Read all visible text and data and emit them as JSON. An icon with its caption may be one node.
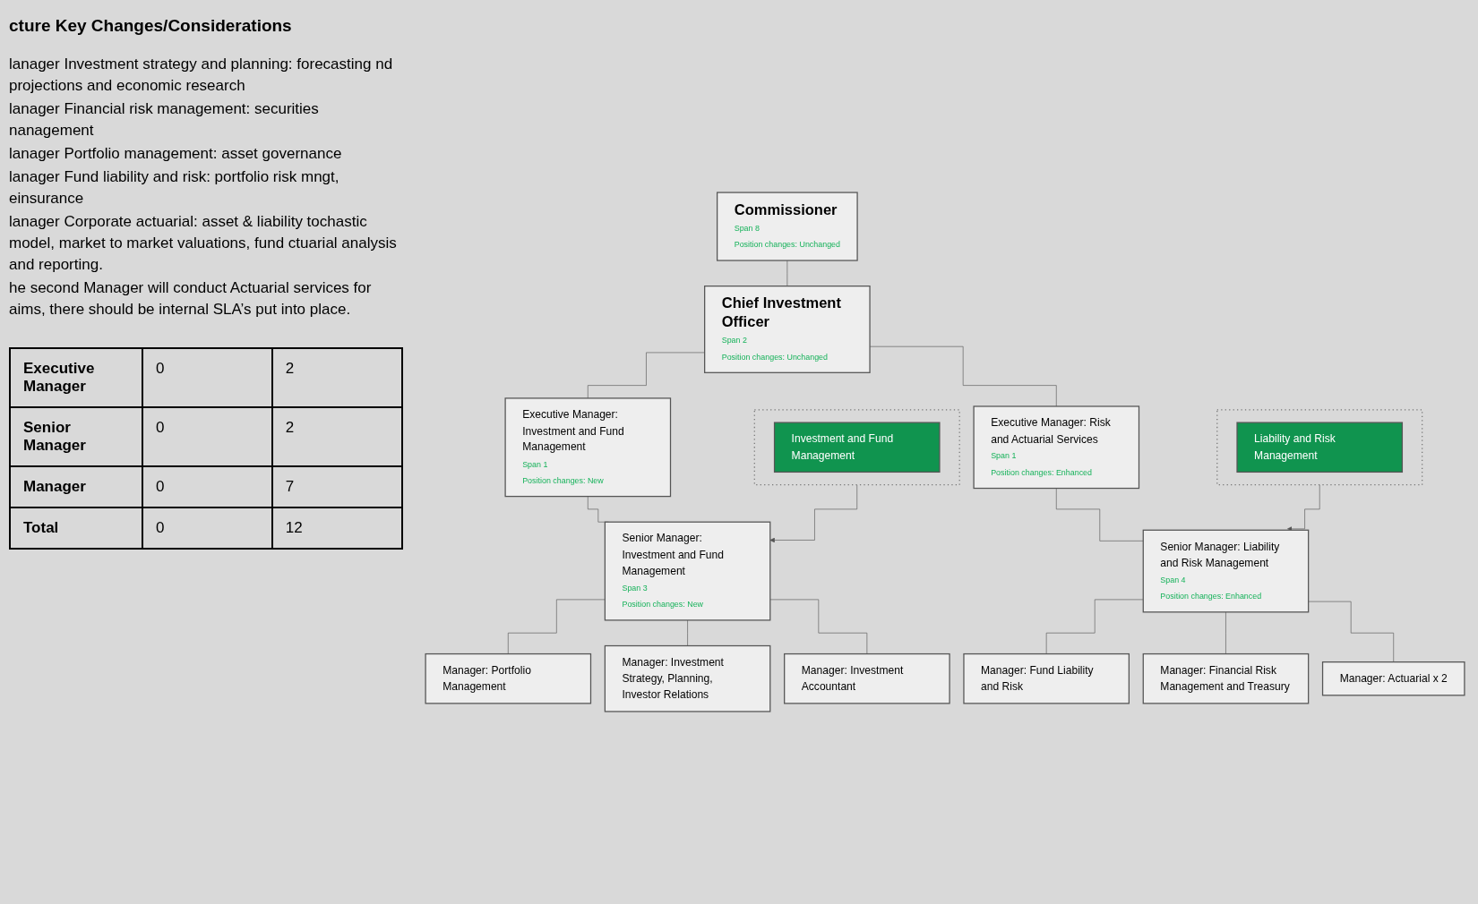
{
  "diagram": {
    "title": "cture Key Changes/Considerations",
    "nodes": [
      {
        "text": [
          "Commissioner",
          "Span 8",
          "Position changes: Unchanged"
        ]
      },
      {
        "text": [
          "Chief Investment Officer",
          "Span 2",
          "Position changes: Unchanged"
        ]
      },
      {
        "text": [
          "Executive Manager: Investment and Fund Management",
          "Span 1",
          "Position changes: New"
        ]
      },
      {
        "text": [
          "Executive Manager: Risk and Actuarial Services",
          "Span 1",
          "Position changes: Enhanced"
        ]
      },
      {
        "text": [],
        "shape": "box"
      },
      {
        "text": [
          "Investment and Fund Management"
        ],
        "in": 4
      },
      {
        "text": [
          "Senior Manager: Investment and Fund Management",
          "Span 3",
          "Position changes: New"
        ]
      },
      {
        "text": [],
        "shape": "box"
      },
      {
        "text": [
          "Liability and Risk Management"
        ],
        "in": 7
      },
      {
        "text": [
          "Senior Manager: Liability and Risk Management",
          "Span 4",
          "Position changes: Enhanced"
        ]
      },
      {
        "text": [
          "Manager: Portfolio Management"
        ]
      },
      {
        "text": [
          "Manager: Investment Strategy, Planning, Investor Relations"
        ]
      },
      {
        "text": [
          "Manager: Investment Accountant"
        ]
      },
      {
        "text": [
          "Manager: Fund Liability and Risk"
        ]
      },
      {
        "text": [
          "Manager: Financial Risk Management and Treasury"
        ]
      },
      {
        "text": [
          "Manager: Actuarial x 2"
        ]
      }
    ],
    "edges": [
      {
        "from": 0,
        "to": 1,
        "arrow": "none"
      },
      {
        "from": 1,
        "to": 2,
        "arrow": "none"
      },
      {
        "from": 1,
        "to": 3,
        "arrow": "none"
      },
      {
        "from": 2,
        "to": 6,
        "arrow": "none"
      },
      {
        "from": 4,
        "to": 6,
        "arrow": "to"
      },
      {
        "from": 3,
        "to": 9,
        "arrow": "none"
      },
      {
        "from": 7,
        "to": 9,
        "arrow": "to"
      },
      {
        "from": 6,
        "to": 10,
        "arrow": "none"
      },
      {
        "from": 6,
        "to": 11,
        "arrow": "none"
      },
      {
        "from": 6,
        "to": 12,
        "arrow": "none"
      },
      {
        "from": 9,
        "to": 13,
        "arrow": "none"
      },
      {
        "from": 9,
        "to": 14,
        "arrow": "none"
      },
      {
        "from": 9,
        "to": 15,
        "arrow": "none"
      }
    ],
    "labels": [
      "lanager Investment strategy and planning: forecasting nd projections and economic research",
      "lanager Financial risk management: securities nanagement",
      "lanager Portfolio management: asset governance",
      "lanager Fund liability and risk: portfolio risk mngt, einsurance",
      "lanager Corporate actuarial: asset & liability tochastic model, market to market valuations, fund ctuarial analysis and reporting.",
      "he second Manager will conduct Actuarial services for aims, there should be internal SLA’s put into place.",
      "Executive Manager",
      "0",
      "2",
      "Senior Manager",
      "0",
      "2",
      "Manager",
      "0",
      "7",
      "Total",
      "0",
      "12"
    ]
  }
}
